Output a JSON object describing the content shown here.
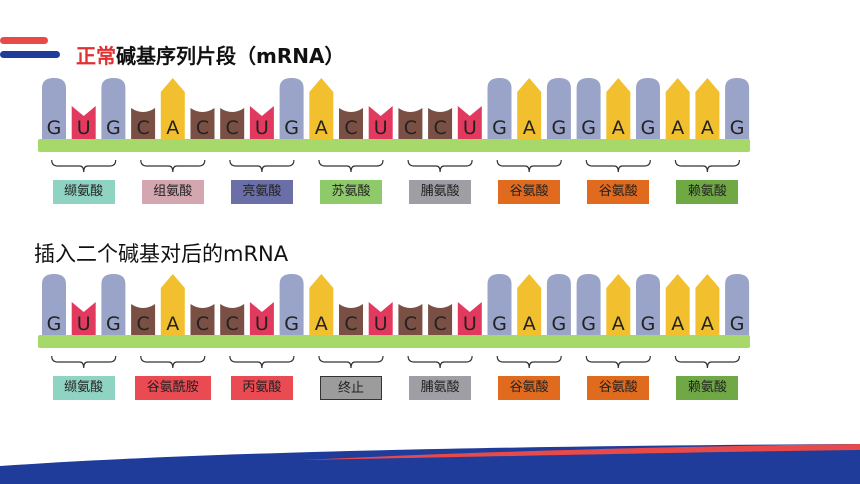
{
  "colors": {
    "purine_cap": "#9aa3c8",
    "pyrimidine_cap": "#f2c02e",
    "U_base": "#e23a5e",
    "C_base": "#7a5045",
    "backbone": "#a6d86a",
    "accent_red": "#e03030",
    "accent_blue": "#1f3c9b"
  },
  "section1": {
    "title_highlight": "正常",
    "title_rest": "碱基序列片段（mRNA）",
    "bases": [
      "G",
      "U",
      "G",
      "C",
      "A",
      "C",
      "C",
      "U",
      "G",
      "A",
      "C",
      "U",
      "C",
      "C",
      "U",
      "G",
      "A",
      "G",
      "G",
      "A",
      "G",
      "A",
      "A",
      "G"
    ],
    "amino_acids": [
      {
        "label": "缬氨酸",
        "color": "#8fd3c2",
        "boxed": false
      },
      {
        "label": "组氨酸",
        "color": "#d4a7b0",
        "boxed": false
      },
      {
        "label": "亮氨酸",
        "color": "#6a6fa8",
        "boxed": false
      },
      {
        "label": "苏氨酸",
        "color": "#8fca6a",
        "boxed": false
      },
      {
        "label": "脯氨酸",
        "color": "#9e9ea4",
        "boxed": false
      },
      {
        "label": "谷氨酸",
        "color": "#e06a1e",
        "boxed": false
      },
      {
        "label": "谷氨酸",
        "color": "#e06a1e",
        "boxed": false
      },
      {
        "label": "赖氨酸",
        "color": "#6fa845",
        "boxed": false
      }
    ]
  },
  "section2": {
    "title": "插入二个碱基对后的mRNA",
    "bases": [
      "G",
      "U",
      "G",
      "C",
      "A",
      "C",
      "C",
      "U",
      "G",
      "A",
      "C",
      "U",
      "C",
      "C",
      "U",
      "G",
      "A",
      "G",
      "G",
      "A",
      "G",
      "A",
      "A",
      "G"
    ],
    "amino_acids": [
      {
        "label": "缬氨酸",
        "color": "#8fd3c2",
        "boxed": false
      },
      {
        "label": "谷氨酰胺",
        "color": "#ea4a52",
        "boxed": false
      },
      {
        "label": "丙氨酸",
        "color": "#ea4a52",
        "boxed": false
      },
      {
        "label": "终止",
        "color": "#9c9c9c",
        "boxed": true
      },
      {
        "label": "脯氨酸",
        "color": "#9e9ea4",
        "boxed": false
      },
      {
        "label": "谷氨酸",
        "color": "#e06a1e",
        "boxed": false
      },
      {
        "label": "谷氨酸",
        "color": "#e06a1e",
        "boxed": false
      },
      {
        "label": "赖氨酸",
        "color": "#6fa845",
        "boxed": false
      }
    ]
  }
}
